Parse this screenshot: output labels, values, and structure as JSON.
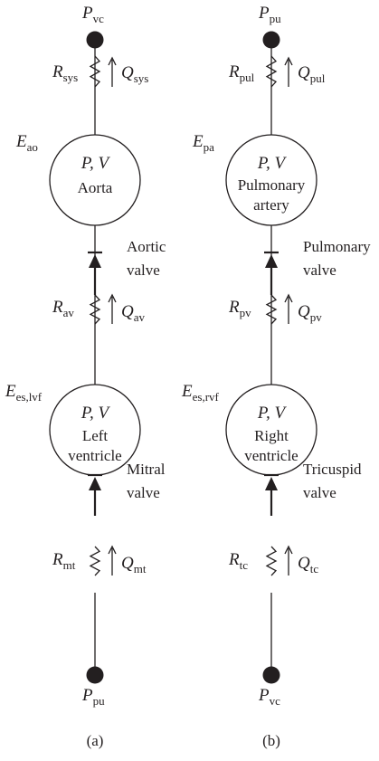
{
  "panels": [
    {
      "caption": "(a)",
      "top_node": {
        "sym": "P",
        "sub": "vc"
      },
      "top_resistor": {
        "sym": "R",
        "sub": "sys"
      },
      "top_flow": {
        "sym": "Q",
        "sub": "sys"
      },
      "upper_chamber": {
        "elastance": {
          "sym": "E",
          "sub": "ao"
        },
        "pv": "P, V",
        "name_lines": [
          "Aorta"
        ]
      },
      "upper_valve": {
        "name_lines": [
          "Aortic",
          "valve"
        ]
      },
      "mid_resistor": {
        "sym": "R",
        "sub": "av"
      },
      "mid_flow": {
        "sym": "Q",
        "sub": "av"
      },
      "lower_chamber": {
        "elastance": {
          "sym": "E",
          "sub": "es,lvf"
        },
        "pv": "P, V",
        "name_lines": [
          "Left",
          "ventricle"
        ]
      },
      "lower_valve": {
        "name_lines": [
          "Mitral",
          "valve"
        ]
      },
      "bottom_resistor": {
        "sym": "R",
        "sub": "mt"
      },
      "bottom_flow": {
        "sym": "Q",
        "sub": "mt"
      },
      "bottom_node": {
        "sym": "P",
        "sub": "pu"
      }
    },
    {
      "caption": "(b)",
      "top_node": {
        "sym": "P",
        "sub": "pu"
      },
      "top_resistor": {
        "sym": "R",
        "sub": "pul"
      },
      "top_flow": {
        "sym": "Q",
        "sub": "pul"
      },
      "upper_chamber": {
        "elastance": {
          "sym": "E",
          "sub": "pa"
        },
        "pv": "P, V",
        "name_lines": [
          "Pulmonary",
          "artery"
        ]
      },
      "upper_valve": {
        "name_lines": [
          "Pulmonary",
          "valve"
        ]
      },
      "mid_resistor": {
        "sym": "R",
        "sub": "pv"
      },
      "mid_flow": {
        "sym": "Q",
        "sub": "pv"
      },
      "lower_chamber": {
        "elastance": {
          "sym": "E",
          "sub": "es,rvf"
        },
        "pv": "P, V",
        "name_lines": [
          "Right",
          "ventricle"
        ]
      },
      "lower_valve": {
        "name_lines": [
          "Tricuspid",
          "valve"
        ]
      },
      "bottom_resistor": {
        "sym": "R",
        "sub": "tc"
      },
      "bottom_flow": {
        "sym": "Q",
        "sub": "tc"
      },
      "bottom_node": {
        "sym": "P",
        "sub": "vc"
      }
    }
  ]
}
